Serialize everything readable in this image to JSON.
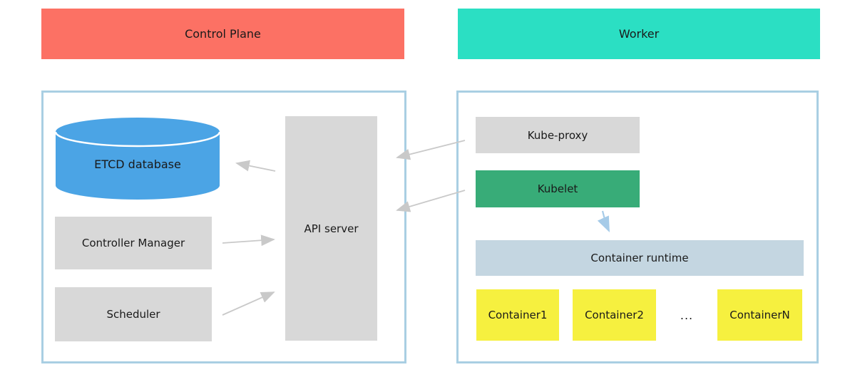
{
  "banners": {
    "control_plane": {
      "label": "Control Plane",
      "color": "#FC7164"
    },
    "worker": {
      "label": "Worker",
      "color": "#2BDFC3"
    }
  },
  "control_plane_group": {
    "etcd": {
      "label": "ETCD database",
      "color": "#4BA4E5",
      "shape": "cylinder"
    },
    "controller_manager": {
      "label": "Controller Manager",
      "color": "#D8D8D8"
    },
    "scheduler": {
      "label": "Scheduler",
      "color": "#D8D8D8"
    },
    "api_server": {
      "label": "API server",
      "color": "#D8D8D8"
    }
  },
  "worker_group": {
    "kube_proxy": {
      "label": "Kube-proxy",
      "color": "#D8D8D8"
    },
    "kubelet": {
      "label": "Kubelet",
      "color": "#38AC78"
    },
    "container_runtime": {
      "label": "Container runtime",
      "color": "#C4D6E1"
    },
    "containers": [
      {
        "label": "Container1",
        "color": "#F6F03F"
      },
      {
        "label": "Container2",
        "color": "#F6F03F"
      },
      {
        "label": "ContainerN",
        "color": "#F6F03F"
      }
    ],
    "ellipsis": "..."
  },
  "edges": [
    {
      "from": "api-server",
      "to": "etcd-database",
      "style": "gray-arrow"
    },
    {
      "from": "controller-manager",
      "to": "api-server",
      "style": "gray-arrow"
    },
    {
      "from": "scheduler",
      "to": "api-server",
      "style": "gray-arrow"
    },
    {
      "from": "kube-proxy",
      "to": "api-server",
      "style": "gray-arrow"
    },
    {
      "from": "kubelet",
      "to": "api-server",
      "style": "gray-arrow"
    },
    {
      "from": "kubelet",
      "to": "container-runtime",
      "style": "blue-arrow"
    }
  ],
  "colors": {
    "group_border": "#A9CFE3",
    "gray_arrow": "#C9C9C9",
    "blue_arrow": "#A6CBE8",
    "background": "#FFFFFF"
  }
}
